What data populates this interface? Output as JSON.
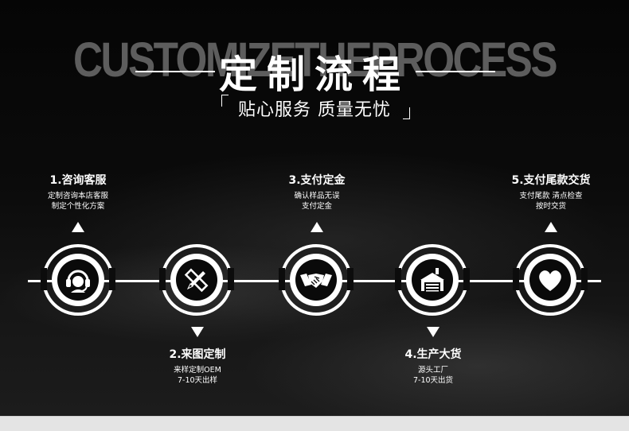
{
  "header": {
    "bg_title": "CUSTOMIZETHEPROCESS",
    "title": "定制流程",
    "subtitle": "贴心服务 质量无忧"
  },
  "steps": [
    {
      "title": "1.咨询客服",
      "line1": "定制咨询本店客服",
      "line2": "制定个性化方案",
      "icon": "headset-icon"
    },
    {
      "title": "2.来图定制",
      "line1": "来样定制OEM",
      "line2": "7-10天出样",
      "icon": "pencil-ruler-icon"
    },
    {
      "title": "3.支付定金",
      "line1": "确认样品无误",
      "line2": "支付定金",
      "icon": "handshake-icon"
    },
    {
      "title": "4.生产大货",
      "line1": "源头工厂",
      "line2": "7-10天出货",
      "icon": "factory-icon"
    },
    {
      "title": "5.支付尾款交货",
      "line1": "支付尾款 清点检查",
      "line2": "按时交货",
      "icon": "heart-icon"
    }
  ],
  "colors": {
    "background": "#0b0b0b",
    "foreground": "#ffffff",
    "bg_title": "#5d5d5d"
  }
}
